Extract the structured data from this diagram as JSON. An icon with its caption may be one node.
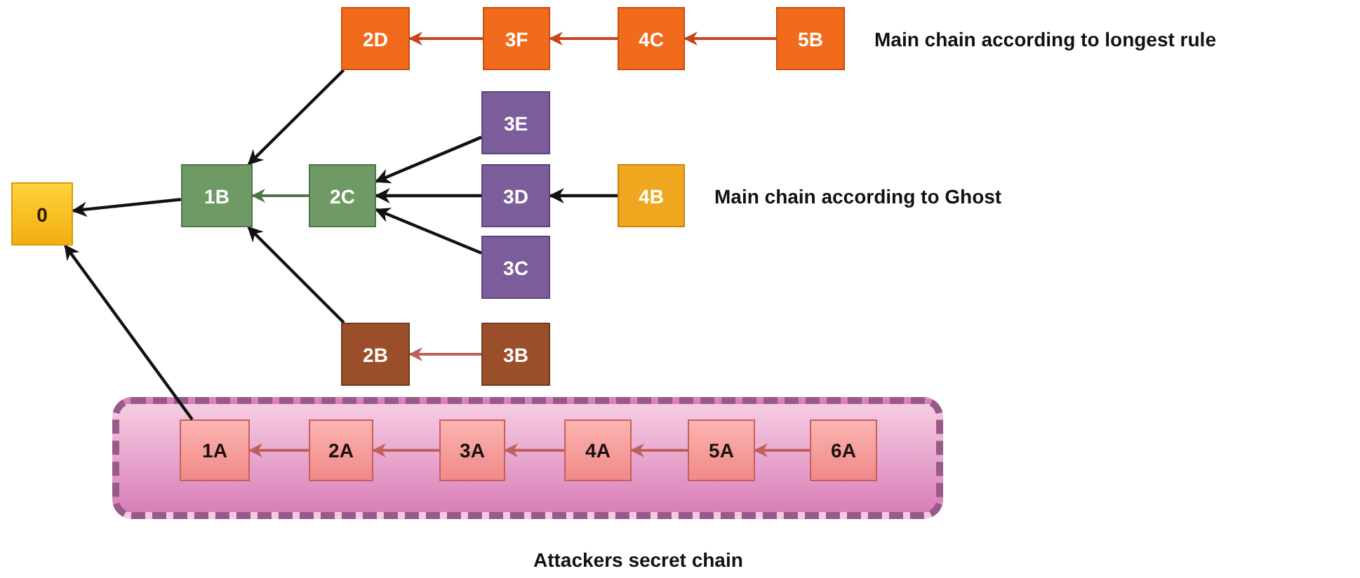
{
  "diagram": {
    "nodes": [
      {
        "text": [
          "0"
        ]
      },
      {
        "text": [
          "2D"
        ]
      },
      {
        "text": [
          "3F"
        ]
      },
      {
        "text": [
          "4C"
        ]
      },
      {
        "text": [
          "5B"
        ],
        "beside": [
          "Main chain according to longest rule"
        ]
      },
      {
        "text": [
          "1B"
        ]
      },
      {
        "text": [
          "2C"
        ]
      },
      {
        "text": [
          "3E"
        ]
      },
      {
        "text": [
          "3D"
        ]
      },
      {
        "text": [
          "4B"
        ],
        "beside": [
          "Main chain according to Ghost"
        ]
      },
      {
        "text": [
          "3C"
        ]
      },
      {
        "text": [
          "2B"
        ]
      },
      {
        "text": [
          "3B"
        ]
      },
      {
        "text": [
          "Attackers secret chain"
        ]
      },
      {
        "text": [
          "1A"
        ],
        "in": 13
      },
      {
        "text": [
          "2A"
        ],
        "in": 13
      },
      {
        "text": [
          "3A"
        ],
        "in": 13
      },
      {
        "text": [
          "4A"
        ],
        "in": 13
      },
      {
        "text": [
          "5A"
        ],
        "in": 13
      },
      {
        "text": [
          "6A"
        ],
        "in": 13
      }
    ],
    "edges": [
      {
        "from": 1,
        "to": 5,
        "arrow": "to"
      },
      {
        "from": 2,
        "to": 1,
        "arrow": "to",
        "color": "#c8441c"
      },
      {
        "from": 3,
        "to": 2,
        "arrow": "to",
        "color": "#c8441c"
      },
      {
        "from": 4,
        "to": 3,
        "arrow": "to",
        "color": "#c8441c"
      },
      {
        "from": 5,
        "to": 0,
        "arrow": "to"
      },
      {
        "from": 6,
        "to": 5,
        "arrow": "to",
        "color": "#4e7548"
      },
      {
        "from": 7,
        "to": 6,
        "arrow": "to"
      },
      {
        "from": 8,
        "to": 6,
        "arrow": "to"
      },
      {
        "from": 10,
        "to": 6,
        "arrow": "to"
      },
      {
        "from": 9,
        "to": 8,
        "arrow": "to"
      },
      {
        "from": 11,
        "to": 5,
        "arrow": "to"
      },
      {
        "from": 12,
        "to": 11,
        "arrow": "to",
        "color": "#c0605c"
      },
      {
        "from": 14,
        "to": 0,
        "arrow": "to"
      },
      {
        "from": 15,
        "to": 14,
        "arrow": "to",
        "color": "#c0605c"
      },
      {
        "from": 16,
        "to": 15,
        "arrow": "to",
        "color": "#c0605c"
      },
      {
        "from": 17,
        "to": 16,
        "arrow": "to",
        "color": "#c0605c"
      },
      {
        "from": 18,
        "to": 17,
        "arrow": "to",
        "color": "#c0605c"
      },
      {
        "from": 19,
        "to": 18,
        "arrow": "to",
        "color": "#c0605c"
      }
    ]
  }
}
